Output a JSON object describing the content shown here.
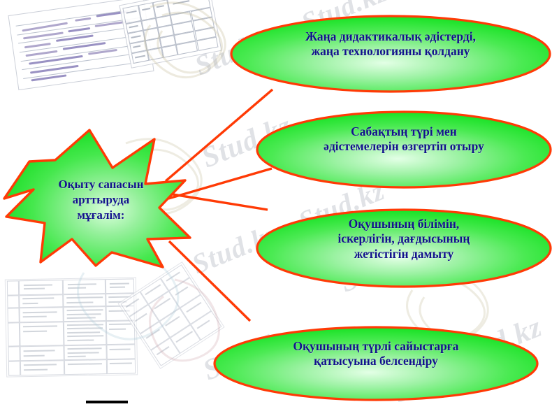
{
  "diagram": {
    "title_shape": {
      "name": "central-star",
      "text": "Оқыту сапасын\nарттыруда\nмұғалім:",
      "shape": "8-point-star",
      "fill_color": "#33ee44",
      "border_color": "#ff3300",
      "text_color": "#12128c"
    },
    "branches": [
      {
        "id": "branch-1",
        "text": "Жаңа дидактикалық әдістерді,\nжаңа технологияны қолдану",
        "shape": "ellipse",
        "fill_color": "#33ee44",
        "border_color": "#ff3300",
        "text_color": "#12128c"
      },
      {
        "id": "branch-2",
        "text": "Сабақтың түрі мен\nәдістемелерін өзгертіп отыру",
        "shape": "ellipse",
        "fill_color": "#33ee44",
        "border_color": "#ff3300",
        "text_color": "#12128c"
      },
      {
        "id": "branch-3",
        "text": "Оқушының білімін,\nіскерлігін, дағдысының\nжетістігін дамыту",
        "shape": "ellipse",
        "fill_color": "#33ee44",
        "border_color": "#ff3300",
        "text_color": "#12128c"
      },
      {
        "id": "branch-4",
        "text": "Оқушының түрлі сайыстарға\nқатысуына белсендіру",
        "shape": "ellipse",
        "fill_color": "#33ee44",
        "border_color": "#ff3300",
        "text_color": "#12128c"
      }
    ],
    "connectors": [
      {
        "id": "connector-1",
        "from": "central-star",
        "to": "branch-1"
      },
      {
        "id": "connector-2",
        "from": "central-star",
        "to": "branch-2"
      },
      {
        "id": "connector-3",
        "from": "central-star",
        "to": "branch-3"
      },
      {
        "id": "connector-4",
        "from": "central-star",
        "to": "branch-4"
      }
    ]
  },
  "decorations": {
    "documents": [
      {
        "id": "doc-handwritten-top",
        "kind": "scanned-handwritten-note"
      },
      {
        "id": "doc-table-top-right",
        "kind": "scanned-table"
      },
      {
        "id": "doc-table-bottom",
        "kind": "scanned-table"
      },
      {
        "id": "doc-table-bottom-right",
        "kind": "scanned-table"
      }
    ],
    "bottom_rule": {
      "id": "bottom-rule",
      "color": "#000000"
    }
  },
  "watermarks": {
    "text": "Stud.kz",
    "text_long": "Stud.kz - Stud.kz",
    "color": "#9aa0ae",
    "instances": [
      {
        "id": "watermark-1",
        "label": "Stud.kz"
      },
      {
        "id": "watermark-2",
        "label": "Stud.kz - Stud.kz"
      },
      {
        "id": "watermark-3",
        "label": "Stud.kz - Stud.kz"
      },
      {
        "id": "watermark-4",
        "label": "Stud.kz"
      },
      {
        "id": "watermark-5",
        "label": "Stud.kz"
      },
      {
        "id": "watermark-6",
        "label": "Stud.kz"
      },
      {
        "id": "watermark-7",
        "label": "Stud.kz"
      }
    ]
  }
}
